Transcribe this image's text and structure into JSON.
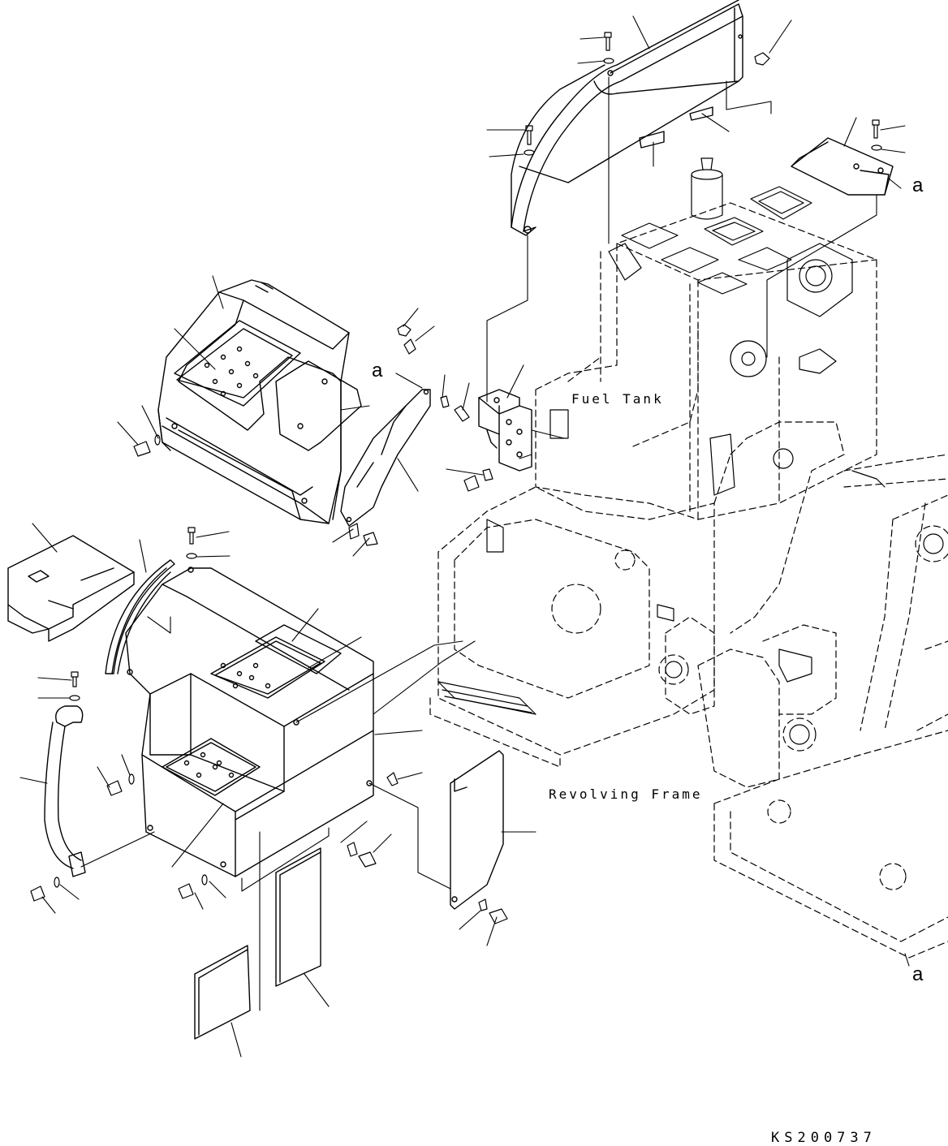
{
  "labels": {
    "fuel_tank": "Fuel Tank",
    "revolving_frame": "Revolving Frame"
  },
  "callouts": {
    "a_top_right": "a",
    "a_middle": "a",
    "a_bottom_right": "a"
  },
  "drawing_code": "KS200737",
  "colors": {
    "line": "#000000",
    "background": "#ffffff"
  }
}
